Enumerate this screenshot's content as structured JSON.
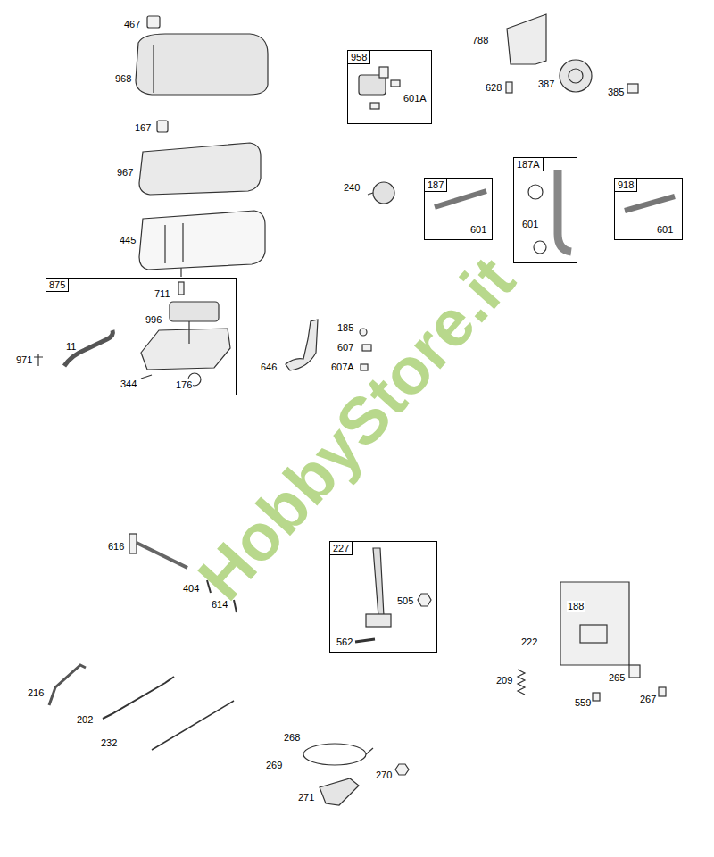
{
  "diagram": {
    "nodes": [
      {
        "text": [
          "958",
          "601A"
        ]
      },
      {
        "text": [
          "187",
          "601"
        ]
      },
      {
        "text": [
          "187A",
          "601"
        ]
      },
      {
        "text": [
          "918",
          "601"
        ]
      },
      {
        "text": [
          "875",
          "711",
          "996",
          "11",
          "344",
          "176"
        ]
      },
      {
        "text": [
          "227",
          "505",
          "562"
        ]
      }
    ],
    "labels": [
      "467",
      "968",
      "788",
      "628",
      "387",
      "385",
      "167",
      "240",
      "967",
      "445",
      "185",
      "607",
      "607A",
      "971",
      "646",
      "616",
      "404",
      "614",
      "188",
      "222",
      "209",
      "265",
      "267",
      "559",
      "216",
      "202",
      "232",
      "268",
      "269",
      "270",
      "271",
      "HobbyStore.it"
    ]
  }
}
